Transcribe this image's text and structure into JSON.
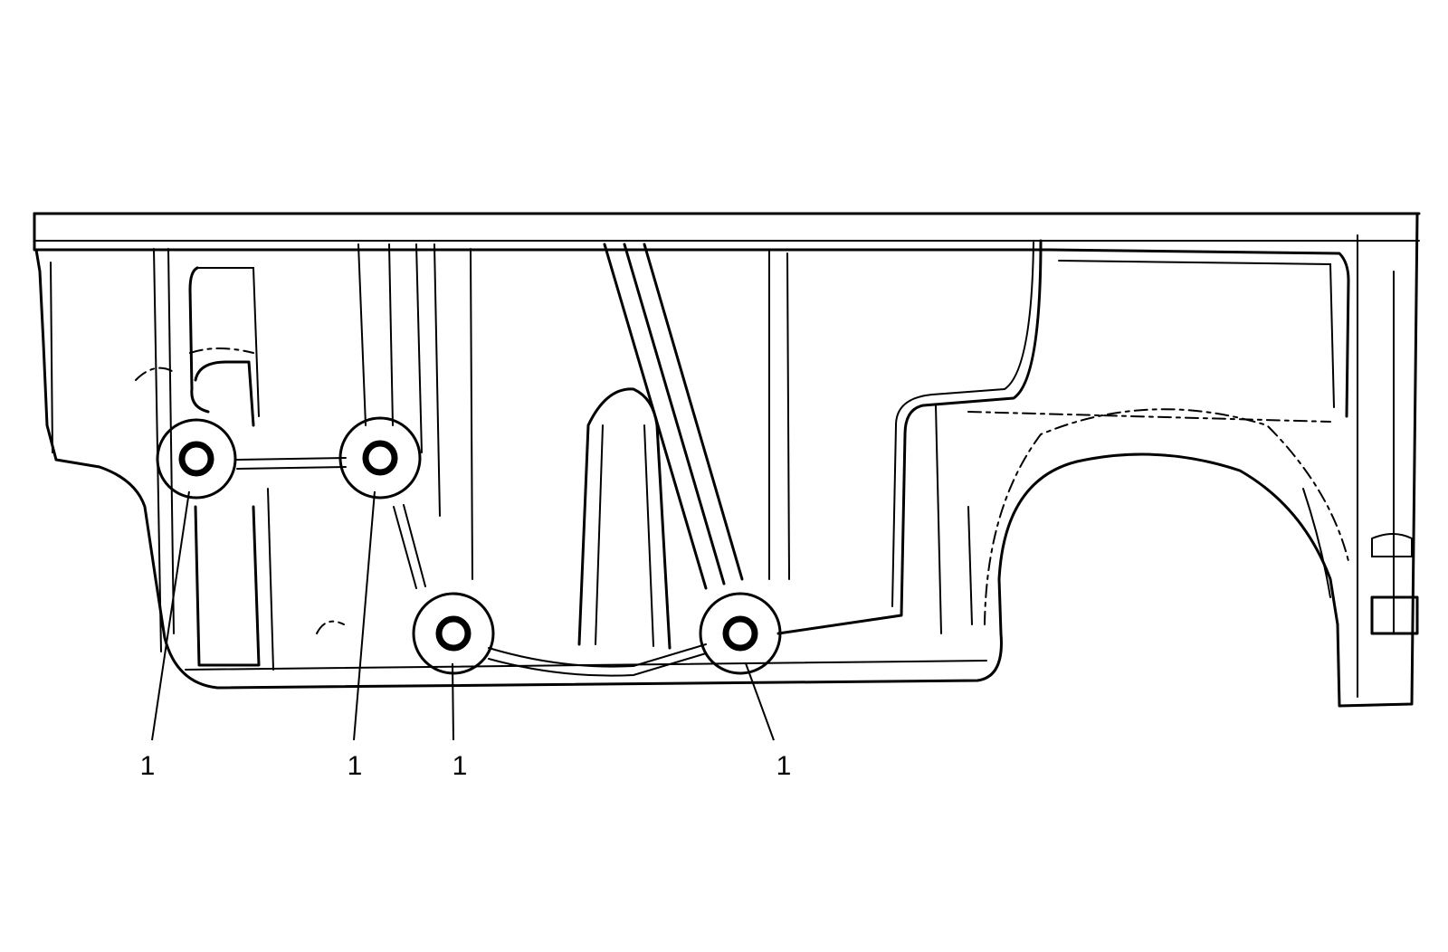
{
  "diagram": {
    "line_color": "#000000",
    "background": "#ffffff",
    "callouts": [
      {
        "label": "1"
      },
      {
        "label": "1"
      },
      {
        "label": "1"
      },
      {
        "label": "1"
      }
    ]
  }
}
